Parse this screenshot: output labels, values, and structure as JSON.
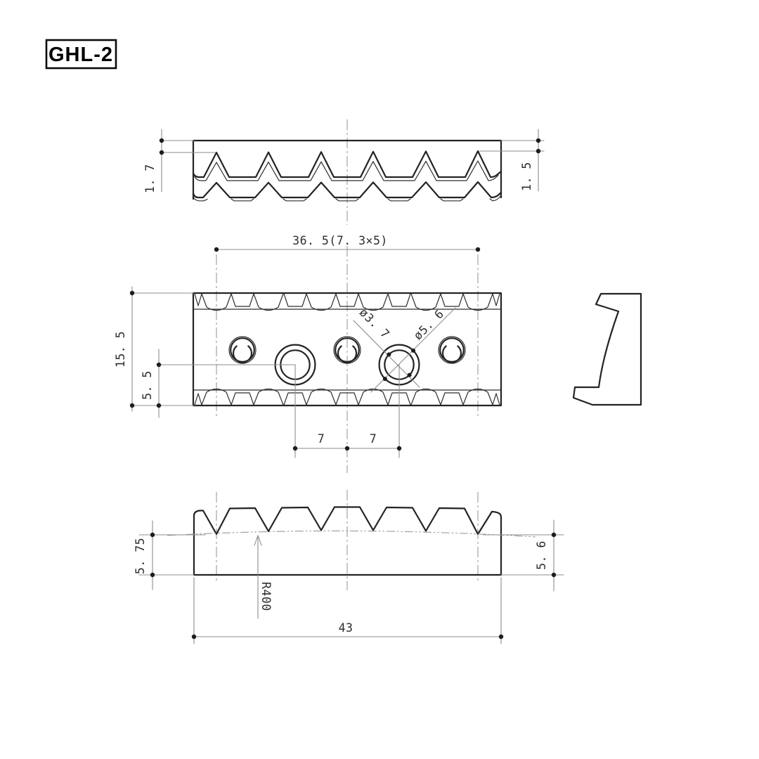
{
  "title": {
    "model": "GHL-2"
  },
  "dims": {
    "top_left": "1. 7",
    "top_right": "1. 5",
    "plan_width": "36. 5(7. 3×5)",
    "plan_height": "15. 5",
    "hole_center_height": "5. 5",
    "hole_inner_dia": "ø3. 7",
    "hole_outer_dia": "ø5. 6",
    "hole_pitch_left": "7",
    "hole_pitch_right": "7",
    "front_left": "5. 75",
    "front_right": "5. 6",
    "crown_radius": "R400",
    "overall_width": "43"
  }
}
